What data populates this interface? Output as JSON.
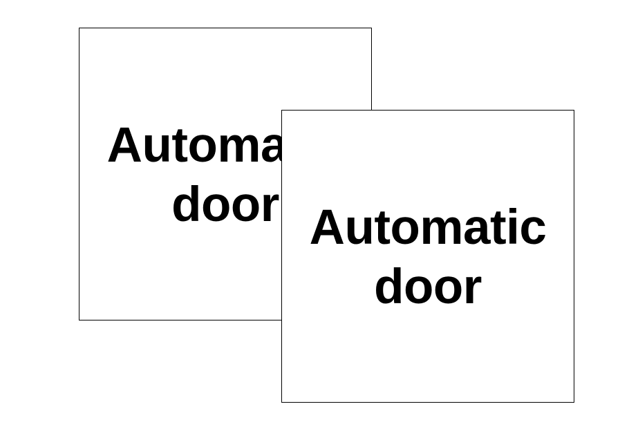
{
  "signs": [
    {
      "line1": "Automatic",
      "line2": "door"
    },
    {
      "line1": "Automatic",
      "line2": "door"
    }
  ],
  "colors": {
    "background": "#ffffff",
    "border": "#000000",
    "text": "#000000"
  }
}
